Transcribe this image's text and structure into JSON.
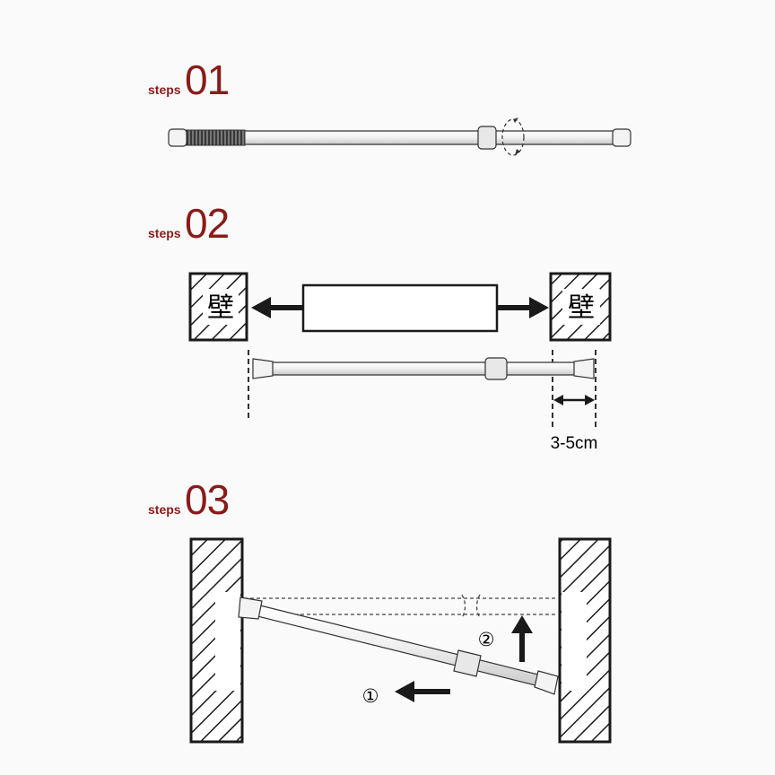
{
  "steps": [
    {
      "word": "steps",
      "number": "01"
    },
    {
      "word": "steps",
      "number": "02"
    },
    {
      "word": "steps",
      "number": "03"
    }
  ],
  "wall_char": "壁",
  "gap_label": "3-5cm",
  "markers": {
    "first": "①",
    "second": "②"
  },
  "colors": {
    "accent": "#8b1a1a",
    "line": "#1a1a1a"
  }
}
